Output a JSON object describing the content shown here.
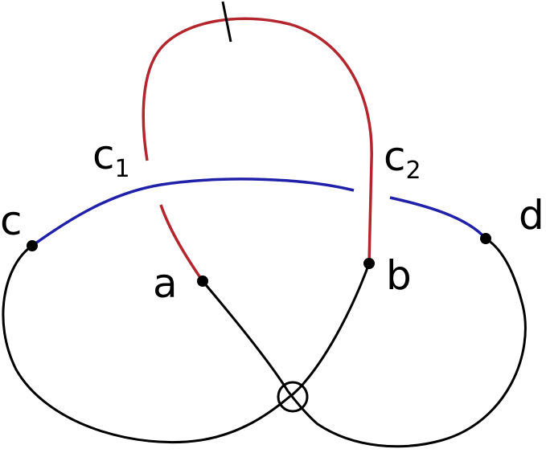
{
  "colors": {
    "red": "#b3262d",
    "blue": "#2020a8",
    "black": "#000000",
    "background": "#ffffff"
  },
  "labels": {
    "c": "c",
    "d": "d",
    "a": "a",
    "b": "b",
    "c1_base": "c",
    "c1_sub": "1",
    "c2_base": "c",
    "c2_sub": "2"
  },
  "markers": {
    "crossing_circle": "virtual-crossing",
    "tick_mark": "arc-tick"
  }
}
